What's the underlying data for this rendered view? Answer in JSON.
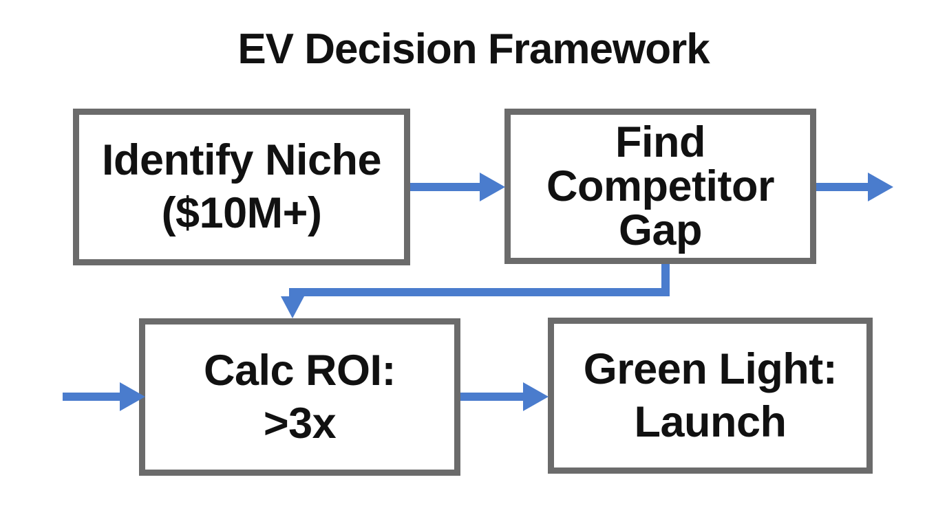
{
  "title": "EV Decision Framework",
  "colors": {
    "arrow": "#4a7ccd",
    "node_border": "#6b6b6b",
    "text": "#111111",
    "background": "#ffffff"
  },
  "nodes": [
    {
      "id": "identify-niche",
      "lines": [
        "Identify Niche",
        "($10M+)"
      ]
    },
    {
      "id": "find-competitor-gap",
      "lines": [
        "Find",
        "Competitor",
        "Gap"
      ]
    },
    {
      "id": "calc-roi",
      "lines": [
        "Calc ROI:",
        ">3x"
      ]
    },
    {
      "id": "green-light",
      "lines": [
        "Green Light:",
        "Launch"
      ]
    }
  ],
  "edges": [
    {
      "from": "identify-niche",
      "to": "find-competitor-gap"
    },
    {
      "from": "find-competitor-gap",
      "to": "offscreen-right"
    },
    {
      "from": "find-competitor-gap",
      "to": "calc-roi"
    },
    {
      "from": "offscreen-left",
      "to": "calc-roi"
    },
    {
      "from": "calc-roi",
      "to": "green-light"
    }
  ]
}
